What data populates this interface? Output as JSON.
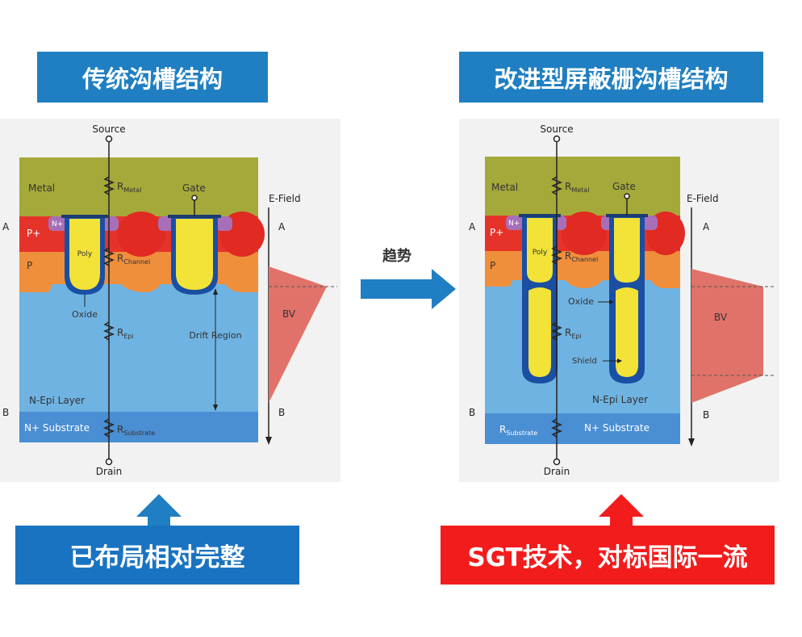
{
  "left_title": "传统沟槽结构",
  "right_title": "改进型屏蔽栅沟槽结构",
  "trend_label": "趋势",
  "left_bottom": "已布局相对完整",
  "right_bottom": "SGT技术，对标国际一流",
  "colors": {
    "title_bg": "#1f7fc2",
    "left_bottom_bg": "#1a73c1",
    "right_bottom_bg": "#f21c1c",
    "metal": "#a5a93a",
    "p_plus": "#e63329",
    "p_region": "#ef8f3c",
    "n_epi": "#6fb3e2",
    "n_sub": "#4a8ed3",
    "poly": "#f3e237",
    "oxide": "#1a4fa3",
    "bv": "#e0726a"
  },
  "left_diagram": {
    "source": "Source",
    "drain": "Drain",
    "metal": "Metal",
    "gate": "Gate",
    "r_metal": "R",
    "r_metal_sub": "Metal",
    "r_channel": "R",
    "r_channel_sub": "Channel",
    "r_epi": "R",
    "r_epi_sub": "Epi",
    "r_sub": "R",
    "r_sub_sub": "Substrate",
    "p_plus": "P+",
    "n_plus": "N+",
    "p": "P",
    "poly": "Poly",
    "oxide": "Oxide",
    "drift": "Drift Region",
    "n_epi": "N-Epi Layer",
    "n_substrate": "N+ Substrate",
    "efield": "E-Field",
    "a": "A",
    "b": "B",
    "bv": "BV"
  },
  "right_diagram": {
    "source": "Source",
    "drain": "Drain",
    "metal": "Metal",
    "gate": "Gate",
    "r_metal": "R",
    "r_metal_sub": "Metal",
    "r_channel": "R",
    "r_channel_sub": "Channel",
    "r_epi": "R",
    "r_epi_sub": "Epi",
    "r_sub": "R",
    "r_sub_sub": "Substrate",
    "p_plus": "P+",
    "n_plus": "N+",
    "p": "P",
    "poly": "Poly",
    "oxide": "Oxide",
    "shield": "Shield",
    "n_epi": "N-Epi Layer",
    "n_substrate": "N+ Substrate",
    "efield": "E-Field",
    "a": "A",
    "b": "B",
    "bv": "BV"
  }
}
